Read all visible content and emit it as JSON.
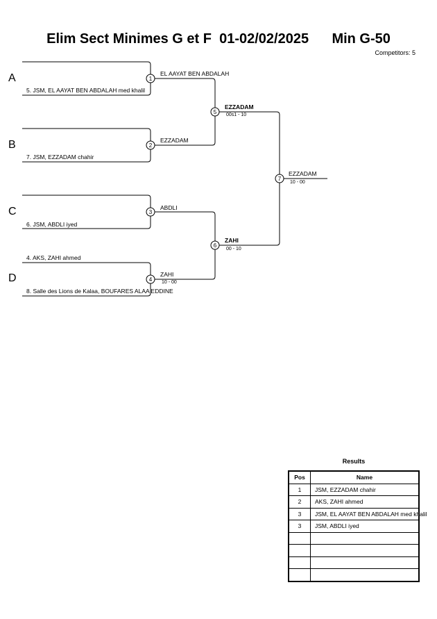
{
  "header": {
    "title": "Elim Sect Minimes G et F",
    "date": "01-02/02/2025",
    "category": "Min G-50",
    "competitors": "Competitors: 5"
  },
  "pools": [
    "A",
    "B",
    "C",
    "D"
  ],
  "entries": {
    "a_bottom": "5. JSM, EL AAYAT BEN ABDALAH med khalil",
    "b_bottom": "7. JSM, EZZADAM chahir",
    "c_bottom": "6. JSM, ABDLI iyed",
    "d_top": "4. AKS, ZAHI ahmed",
    "d_bottom": "8. Salle des Lions de Kalaa, BOUFARES ALAA EDDINE"
  },
  "matches": [
    {
      "number": "1",
      "winner": "EL AAYAT BEN ABDALAH",
      "score": ""
    },
    {
      "number": "2",
      "winner": "EZZADAM",
      "score": ""
    },
    {
      "number": "3",
      "winner": "ABDLI",
      "score": ""
    },
    {
      "number": "4",
      "winner": "ZAHI",
      "score": "10 - 00"
    },
    {
      "number": "5",
      "winner": "EZZADAM",
      "score": "00s1 - 10"
    },
    {
      "number": "6",
      "winner": "ZAHI",
      "score": "00 - 10"
    },
    {
      "number": "7",
      "winner": "EZZADAM",
      "score": "10 - 00"
    }
  ],
  "results": {
    "title": "Results",
    "headers": {
      "pos": "Pos",
      "name": "Name"
    },
    "rows": [
      {
        "pos": "1",
        "name": "JSM, EZZADAM chahir"
      },
      {
        "pos": "2",
        "name": "AKS, ZAHI ahmed"
      },
      {
        "pos": "3",
        "name": "JSM, EL AAYAT BEN ABDALAH med khalil"
      },
      {
        "pos": "3",
        "name": "JSM, ABDLI iyed"
      },
      {
        "pos": "",
        "name": ""
      },
      {
        "pos": "",
        "name": ""
      },
      {
        "pos": "",
        "name": ""
      },
      {
        "pos": "",
        "name": ""
      }
    ]
  }
}
